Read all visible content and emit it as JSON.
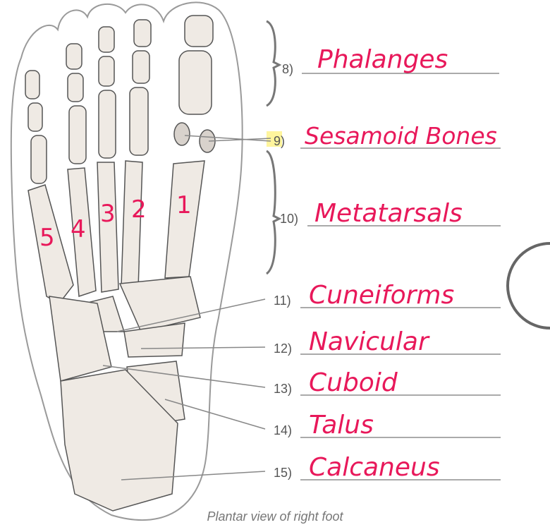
{
  "labels": [
    {
      "number": "8)",
      "answer": "Phalanges"
    },
    {
      "number": "9)",
      "answer": "Sesamoid Bones"
    },
    {
      "number": "10)",
      "answer": "Metatarsals"
    },
    {
      "number": "11)",
      "answer": "Cuneiforms"
    },
    {
      "number": "12)",
      "answer": "Navicular"
    },
    {
      "number": "13)",
      "answer": "Cuboid"
    },
    {
      "number": "14)",
      "answer": "Talus"
    },
    {
      "number": "15)",
      "answer": "Calcaneus"
    }
  ],
  "metatarsal_numbers": [
    "5",
    "4",
    "3",
    "2",
    "1"
  ],
  "caption": "Plantar view of right foot",
  "colors": {
    "handwriting": "#e8185a",
    "bone_outline": "#555555",
    "bone_shading": "#efeae4",
    "leader": "#888888",
    "highlight": "#fff59d"
  }
}
